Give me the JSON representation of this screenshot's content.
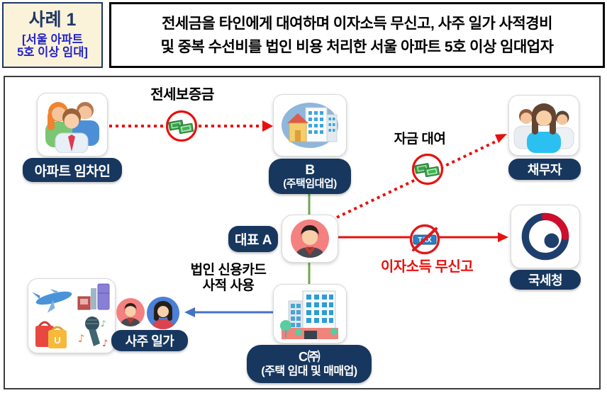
{
  "header": {
    "case_label": "사례 1",
    "case_sub_line1": "[서울 아파트",
    "case_sub_line2": "5호 이상 임대]",
    "summary_line1": "전세금을 타인에게 대여하며 이자소득 무신고, 사주 일가 사적경비",
    "summary_line2": "및 중복 수선비를 법인 비용 처리한 서울 아파트 5호 이상 임대업자"
  },
  "diagram": {
    "nodes": {
      "tenants": {
        "label": "아파트 임차인",
        "icon": "people-group-icon"
      },
      "b_company": {
        "name": "B",
        "desc": "(주택임대업)",
        "icon": "house-building-icon"
      },
      "debtor": {
        "label": "채무자",
        "icon": "people-group-icon"
      },
      "ceo": {
        "label": "대표 A",
        "icon": "person-avatar-icon"
      },
      "nts": {
        "label": "국세청",
        "icon": "korea-gov-emblem-icon"
      },
      "family": {
        "label": "사주 일가",
        "icon": "couple-avatar-icons"
      },
      "c_company": {
        "name": "C㈜",
        "desc": "(주택 임대 및 매매업)",
        "icon": "office-building-icon"
      },
      "luxury": {
        "icon": "luxury-spending-icons"
      }
    },
    "edges": {
      "jeonse_deposit": {
        "label": "전세보증금",
        "style": "red-dotted-arrow",
        "icon": "money-bills-icon"
      },
      "fund_loan": {
        "label": "자금 대여",
        "style": "red-dotted-arrow",
        "icon": "money-bills-icon"
      },
      "interest_unreported": {
        "label": "이자소득 무신고",
        "style": "red-solid-arrow",
        "icon": "tax-prohibited-icon"
      },
      "corp_card": {
        "label_line1": "법인 신용카드",
        "label_line2": "사적 사용",
        "style": "blue-solid-arrow"
      },
      "ownership": {
        "style": "green-line"
      }
    },
    "colors": {
      "navy": "#17375E",
      "red": "#E8100C",
      "green": "#6FA84F",
      "blue": "#4472C4",
      "cream": "#FBF2DA",
      "blue_text": "#2323C8"
    }
  }
}
